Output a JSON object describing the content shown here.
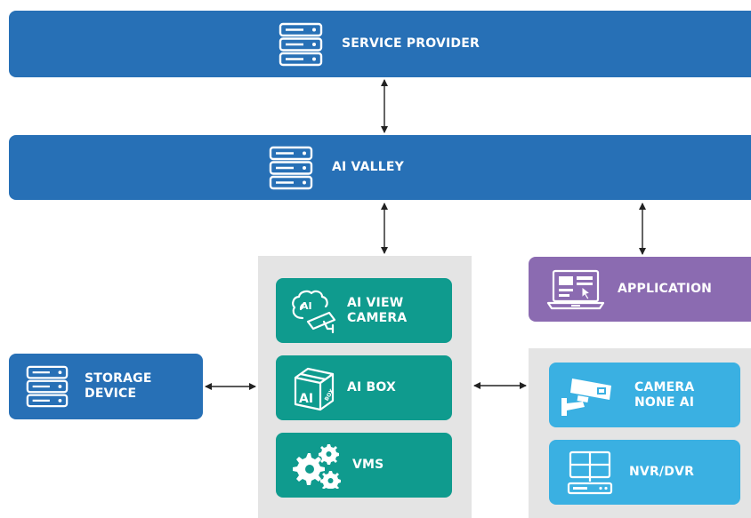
{
  "colors": {
    "blue": "#2770b6",
    "teal": "#0f9b8e",
    "purple": "#8b6bb1",
    "light_blue": "#3ab0e2",
    "panel": "#e4e4e4",
    "arrow": "#222222"
  },
  "nodes": {
    "service_provider": {
      "label": "SERVICE PROVIDER",
      "icon": "server-icon"
    },
    "ai_valley": {
      "label": "AI VALLEY",
      "icon": "server-icon"
    },
    "storage_device": {
      "label": "STORAGE\nDEVICE",
      "icon": "server-icon"
    },
    "ai_view_camera": {
      "label": "AI VIEW\nCAMERA",
      "icon": "ai-brain-camera-icon"
    },
    "ai_box": {
      "label": "AI BOX",
      "icon": "ai-box-icon",
      "icon_text_ai": "AI",
      "icon_text_box": "BOX"
    },
    "vms": {
      "label": "VMS",
      "icon": "gears-icon"
    },
    "application": {
      "label": "APPLICATION",
      "icon": "laptop-app-icon"
    },
    "camera_none_ai": {
      "label": "CAMERA\nNONE AI",
      "icon": "cctv-camera-icon"
    },
    "nvr_dvr": {
      "label": "NVR/DVR",
      "icon": "nvr-recorder-icon"
    }
  }
}
